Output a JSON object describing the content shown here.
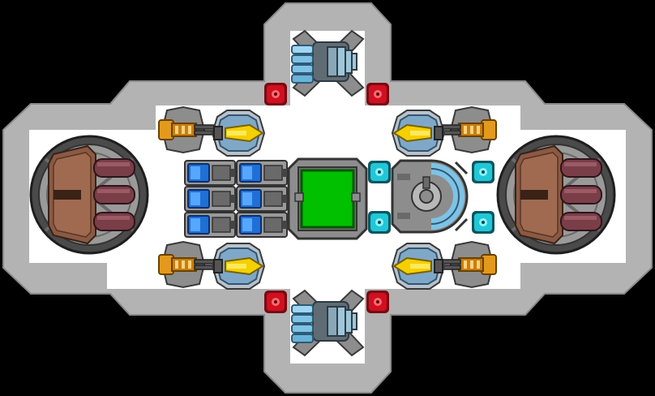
{
  "scene": {
    "background": "#000000",
    "hull_outer": "#b3b3b3",
    "hull_inner": "#ffffff",
    "hull_edge": "#8a8a8a"
  },
  "palette": {
    "reactor_green": "#00c000",
    "conduit_cyan": "#21c7d6",
    "alarm_red": "#d01020",
    "thruster_blue": "#7ec3e6",
    "cannon_brown": "#8a5a44",
    "barrel_maroon": "#7a3e48",
    "laser_yellow": "#f4d000",
    "gun_orange": "#e39a1c",
    "metal_dark": "#555555",
    "metal_mid": "#8d8d8d",
    "metal_light": "#c8c8c8"
  },
  "modules": [
    {
      "id": "reactor",
      "kind": "reactor",
      "icon": "reactor-core-icon"
    },
    {
      "id": "battery-bank",
      "kind": "battery",
      "icon": "battery-bank-icon",
      "cells": 6
    },
    {
      "id": "shield-generator",
      "kind": "shield",
      "icon": "shield-generator-icon"
    },
    {
      "id": "thruster-top",
      "kind": "thruster",
      "icon": "thruster-icon"
    },
    {
      "id": "thruster-bottom",
      "kind": "thruster",
      "icon": "thruster-icon"
    },
    {
      "id": "heavy-cannon-left",
      "kind": "heavy-cannon",
      "icon": "heavy-cannon-icon"
    },
    {
      "id": "heavy-cannon-right",
      "kind": "heavy-cannon",
      "icon": "heavy-cannon-icon"
    },
    {
      "id": "laser-turret-tl",
      "kind": "laser",
      "icon": "laser-turret-icon"
    },
    {
      "id": "laser-turret-tr",
      "kind": "laser",
      "icon": "laser-turret-icon"
    },
    {
      "id": "laser-turret-bl",
      "kind": "laser",
      "icon": "laser-turret-icon"
    },
    {
      "id": "laser-turret-br",
      "kind": "laser",
      "icon": "laser-turret-icon"
    },
    {
      "id": "autogun-tl",
      "kind": "gun",
      "icon": "autogun-icon"
    },
    {
      "id": "autogun-tr",
      "kind": "gun",
      "icon": "autogun-icon"
    },
    {
      "id": "autogun-bl",
      "kind": "gun",
      "icon": "autogun-icon"
    },
    {
      "id": "autogun-br",
      "kind": "gun",
      "icon": "autogun-icon"
    }
  ],
  "alarms": 4,
  "conduits": 4
}
